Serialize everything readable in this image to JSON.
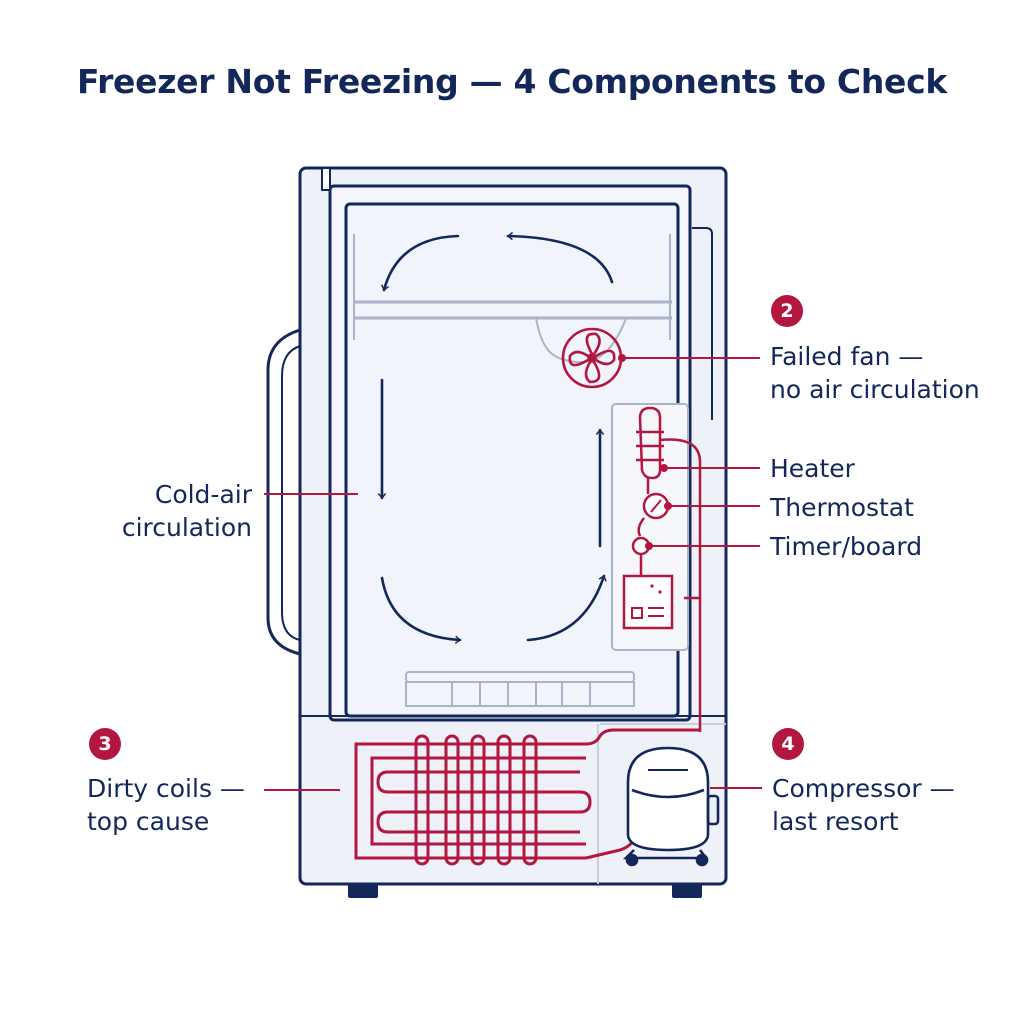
{
  "title": "Freezer Not Freezing — 4 Components to Check",
  "colors": {
    "navy": "#14275a",
    "accent": "#b3163e",
    "panel": "#eef1f8",
    "interior": "#f1f4fa"
  },
  "callouts": {
    "fan": {
      "badge": "2",
      "line1": "Failed fan —",
      "line2": "no air circulation"
    },
    "heater": {
      "label": "Heater"
    },
    "thermostat": {
      "label": "Thermostat"
    },
    "timer": {
      "label": "Timer/board"
    },
    "coils": {
      "badge": "3",
      "line1": "Dirty coils —",
      "line2": "top cause"
    },
    "compressor": {
      "badge": "4",
      "line1": "Compressor —",
      "line2": "last resort"
    },
    "airflow": {
      "line1": "Cold-air",
      "line2": "circulation"
    }
  }
}
